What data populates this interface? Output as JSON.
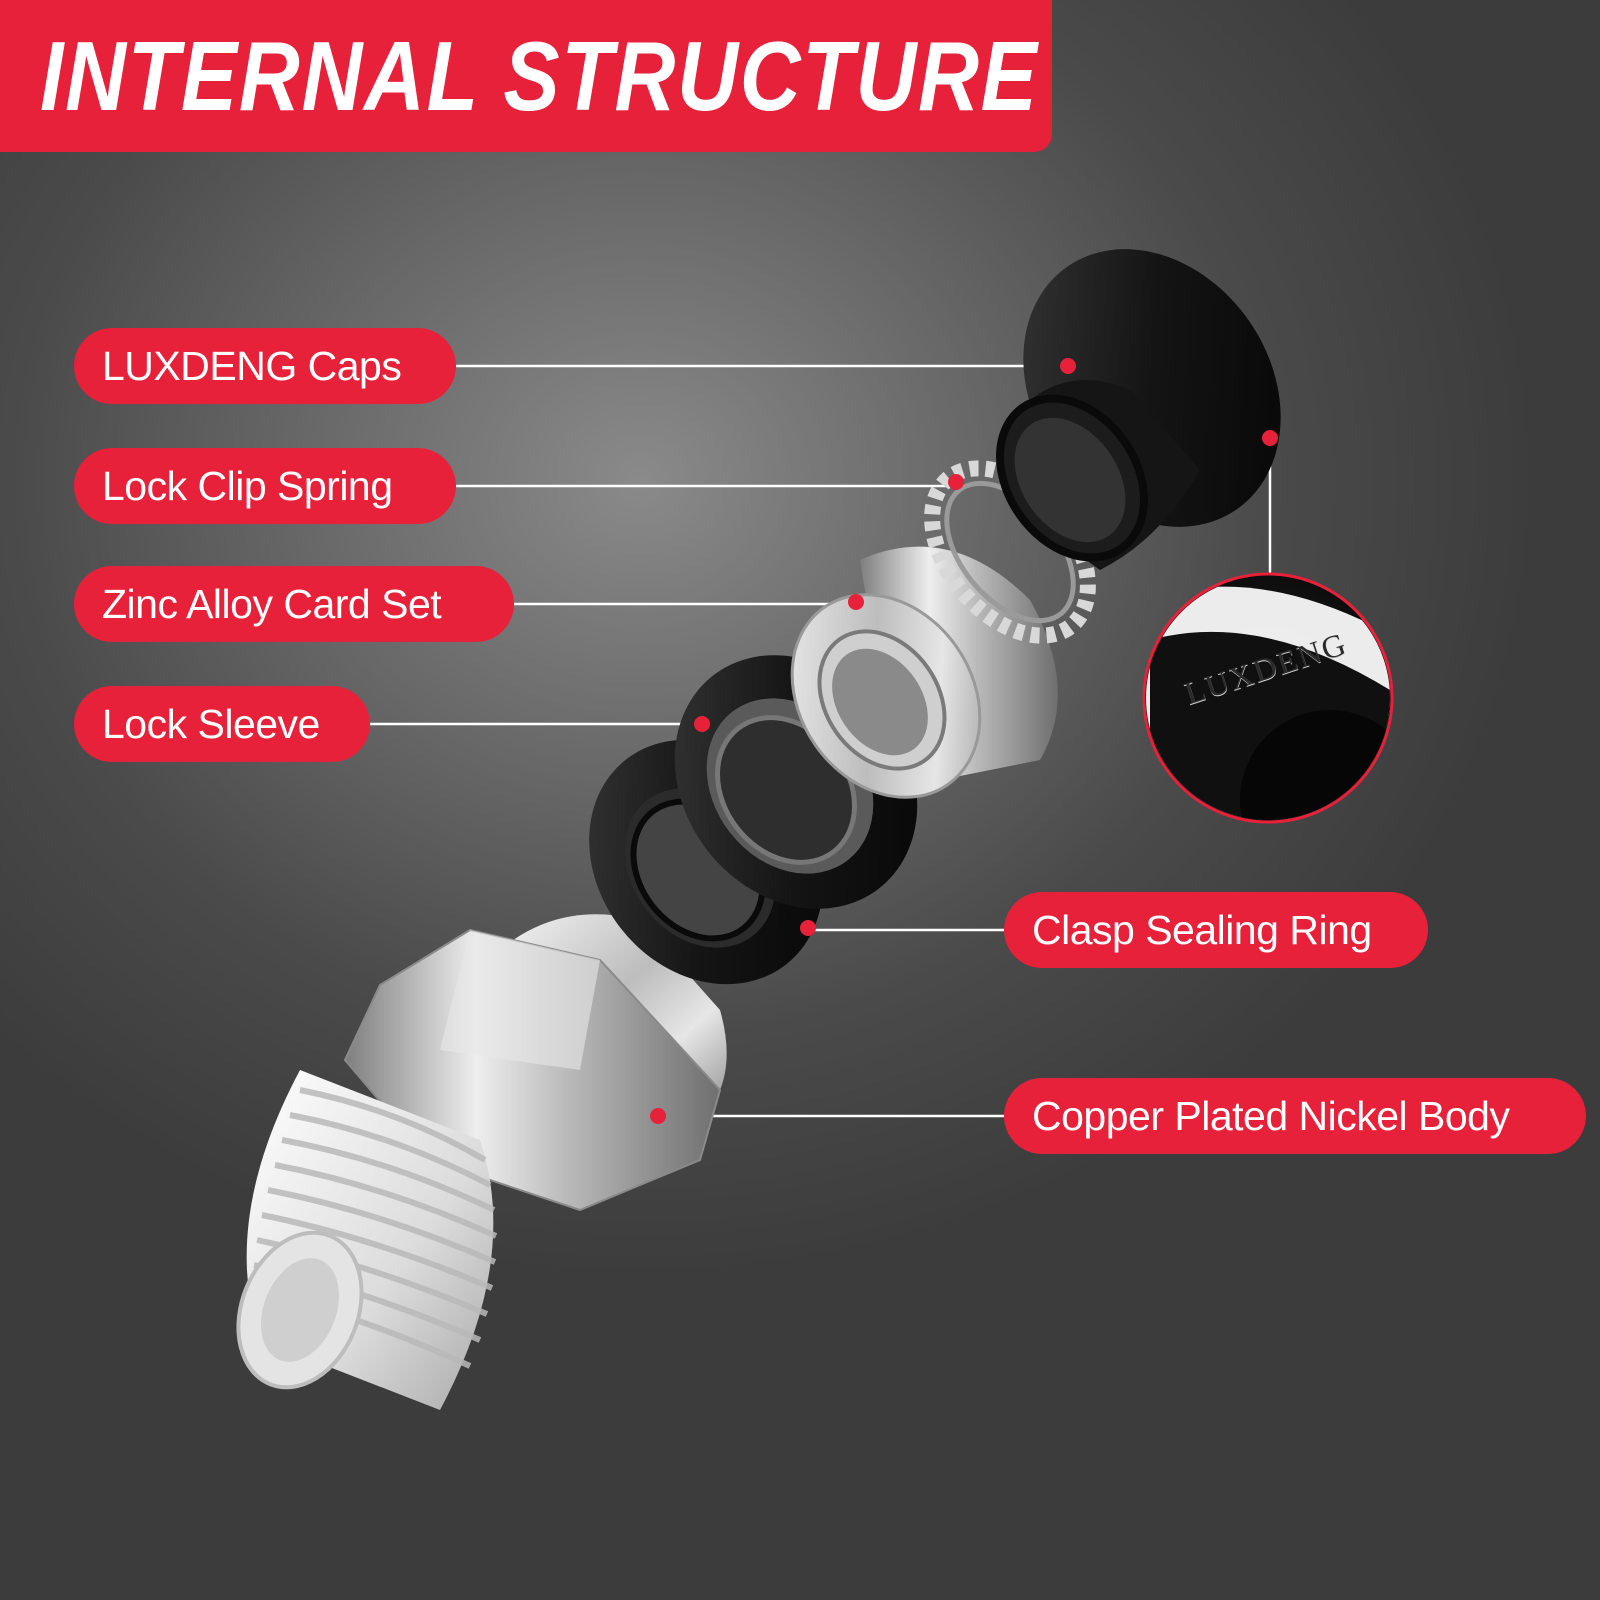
{
  "title": "INTERNAL STRUCTURE",
  "labels": {
    "caps": "LUXDENG Caps",
    "clip": "Lock Clip Spring",
    "zinc": "Zinc Alloy Card Set",
    "sleeve": "Lock Sleeve",
    "seal": "Clasp Sealing Ring",
    "body": "Copper Plated Nickel Body"
  },
  "brand_mark": "LUXDENG",
  "colors": {
    "accent": "#e8213a",
    "background": "#5a5a5a",
    "black_part": "#111111",
    "metal": "#c9c9c9"
  }
}
